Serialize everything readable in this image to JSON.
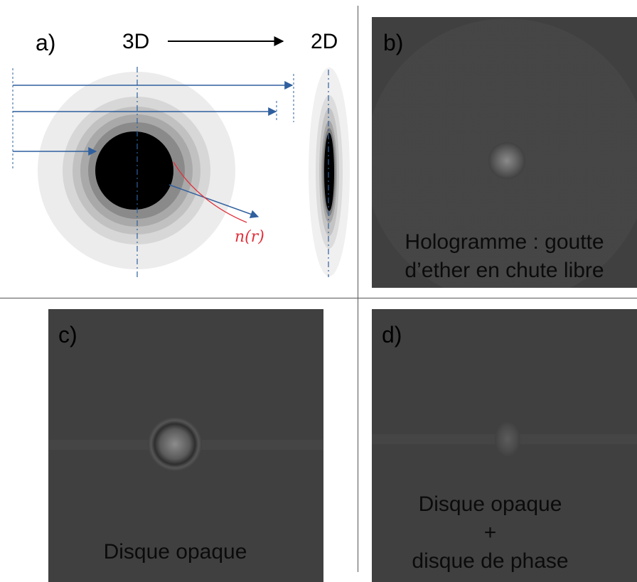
{
  "panel_a": {
    "label": "a)",
    "from_label": "3D",
    "to_label": "2D",
    "index_label": "n(r)"
  },
  "panel_b": {
    "label": "b)",
    "caption_line1": "Hologramme : goutte",
    "caption_line2": "d’ether en chute libre"
  },
  "panel_c": {
    "label": "c)",
    "caption_line1": "Disque opaque"
  },
  "panel_d": {
    "label": "d)",
    "caption_line1": "Disque opaque",
    "caption_line2": "+",
    "caption_line3": "disque de phase"
  },
  "colors": {
    "arrow_blue": "#2f5f9e",
    "curve_red": "#e0303a",
    "hologram_bg": "#404040"
  }
}
